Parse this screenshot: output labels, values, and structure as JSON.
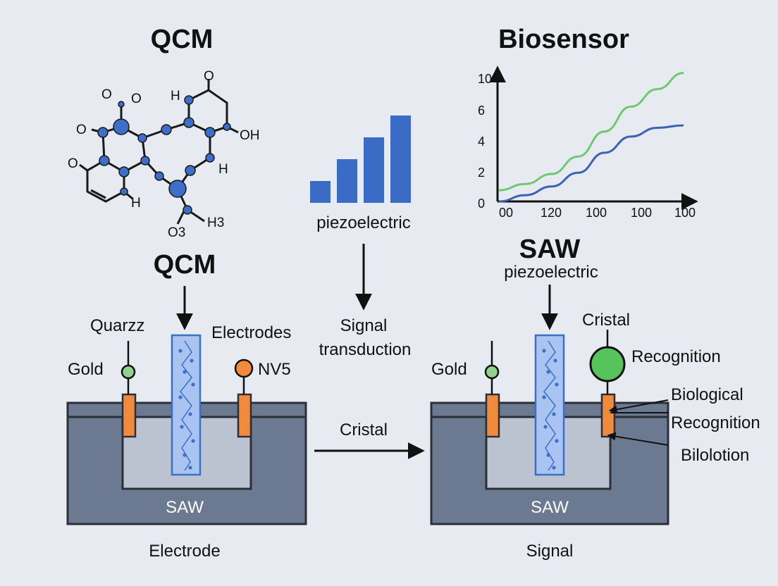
{
  "colors": {
    "background": "#e7eaf0",
    "bar_blue": "#3a6cc6",
    "atom_blue": "#3b6fc9",
    "substrate_dark": "#6b7a90",
    "substrate_light": "#bcc3d0",
    "electrode_orange": "#f08a3c",
    "gold_green": "#8fd48a",
    "recognition_green": "#56c45a",
    "column_blue": "#a9c4f1",
    "curve_green": "#6ccb6e",
    "curve_blue": "#3a62b5"
  },
  "titles": {
    "qcm_top": "QCM",
    "biosensor": "Biosensor",
    "qcm_mid": "QCM",
    "saw_mid": "SAW"
  },
  "molecule": {
    "labels": [
      "O",
      "O",
      "H",
      "O",
      "O",
      "OH",
      "O",
      "H",
      "H",
      "H3",
      "O3"
    ]
  },
  "bar_chart": {
    "caption": "piezoelectric",
    "chart_data": {
      "type": "bar",
      "categories": [
        "",
        "",
        "",
        ""
      ],
      "values": [
        1,
        2,
        3,
        4
      ]
    }
  },
  "line_chart": {
    "chart_data": {
      "type": "line",
      "y_ticks": [
        "10",
        "6",
        "4",
        "2",
        "0"
      ],
      "x_ticks": [
        "00",
        "120",
        "100",
        "100",
        "100"
      ],
      "series": [
        {
          "color": "#6ccb6e",
          "values": [
            0.9,
            1.4,
            2.2,
            3.6,
            5.6,
            7.6,
            9.0,
            10.3
          ]
        },
        {
          "color": "#3a62b5",
          "values": [
            0.0,
            0.5,
            1.2,
            2.3,
            3.9,
            5.2,
            5.9,
            6.1
          ]
        }
      ]
    }
  },
  "middle": {
    "signal_line1": "Signal",
    "signal_line2": "transduction",
    "cristal_arrow_label": "Cristal",
    "saw_sublabel": "piezoelectric"
  },
  "left_device": {
    "quartz": "Quarzz",
    "gold": "Gold",
    "electrodes": "Electrodes",
    "nv": "NV5",
    "saw": "SAW",
    "caption": "Electrode"
  },
  "right_device": {
    "gold": "Gold",
    "cristal": "Cristal",
    "recognition": "Recognition",
    "biological": "Biological",
    "recognition2": "Recognition",
    "bilolotion": "Bilolotion",
    "saw": "SAW",
    "caption": "Signal"
  }
}
